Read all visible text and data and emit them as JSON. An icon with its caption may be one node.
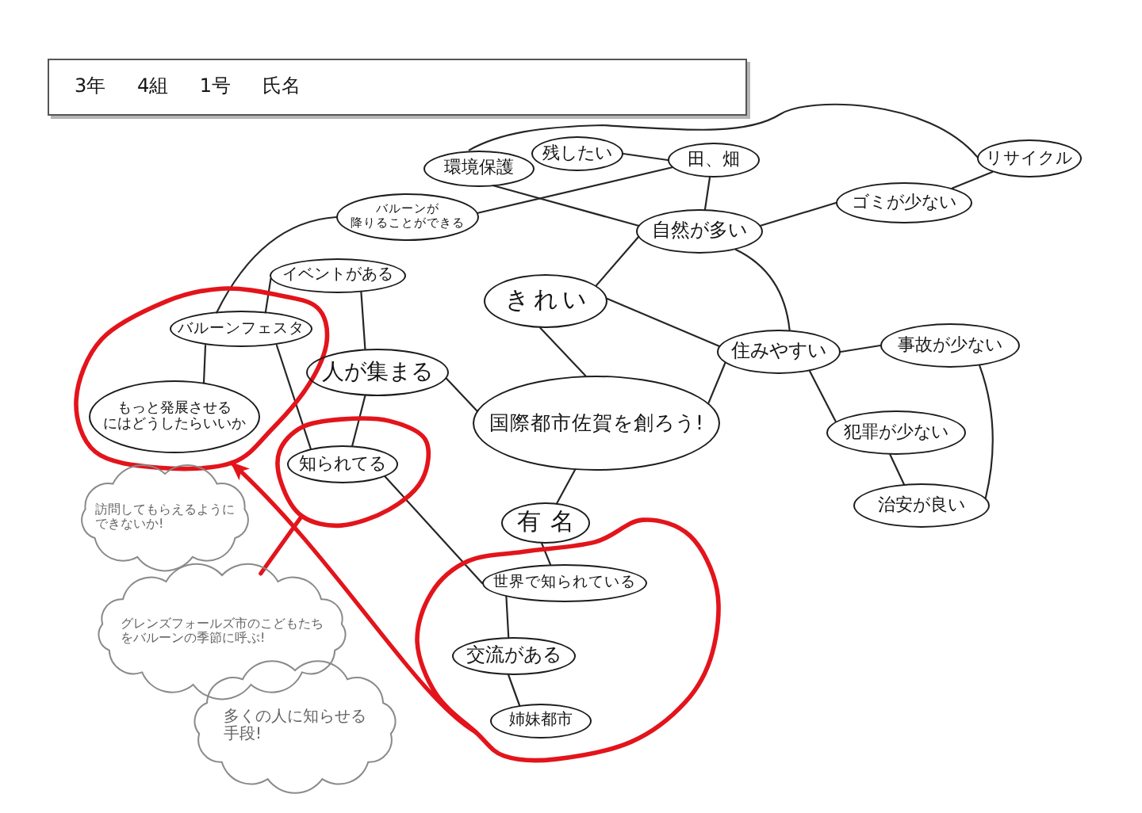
{
  "diagram": {
    "nodes": [
      {
        "text": [
          "3年 4組 1号 氏名"
        ]
      },
      {
        "text": [
          "環境保護"
        ]
      },
      {
        "text": [
          "残したい"
        ]
      },
      {
        "text": [
          "田、畑"
        ]
      },
      {
        "text": [
          "リサイクル"
        ]
      },
      {
        "text": [
          "ゴミが少ない"
        ]
      },
      {
        "text": [
          "バルーンが降りることができる"
        ]
      },
      {
        "text": [
          "自然が多い"
        ]
      },
      {
        "text": [
          "イベントがある"
        ]
      },
      {
        "text": [],
        "shape": "circle"
      },
      {
        "text": [
          "バルーンフェスタ"
        ],
        "in": 9
      },
      {
        "text": [
          "もっと発展させるにはどうしたらいいか"
        ],
        "in": 9
      },
      {
        "text": [
          "きれい"
        ]
      },
      {
        "text": [
          "住みやすい"
        ]
      },
      {
        "text": [
          "事故が少ない"
        ]
      },
      {
        "text": [
          "人が集まる"
        ]
      },
      {
        "text": [
          "国際都市佐賀を創ろう!"
        ]
      },
      {
        "text": [],
        "shape": "circle"
      },
      {
        "text": [
          "知られてる"
        ],
        "in": 17
      },
      {
        "text": [
          "犯罪が少ない"
        ]
      },
      {
        "text": [
          "治安が良い"
        ]
      },
      {
        "text": [
          "有名"
        ]
      },
      {
        "text": [],
        "shape": "circle"
      },
      {
        "text": [
          "世界で知られている"
        ],
        "in": 22
      },
      {
        "text": [
          "交流がある"
        ],
        "in": 22
      },
      {
        "text": [
          "姉妹都市"
        ],
        "in": 22
      },
      {
        "text": [
          "訪問してもらえるようにできないか!"
        ]
      },
      {
        "text": [
          "グレンズフォールズ市のこどもたちをバルーンの季節に呼ぶ!"
        ]
      },
      {
        "text": [
          "多くの人に知らせる手段!"
        ]
      }
    ],
    "edges": [
      {
        "from": 1,
        "to": 4,
        "arrow": "none"
      },
      {
        "from": 2,
        "to": 3,
        "arrow": "none"
      },
      {
        "from": 3,
        "to": 7,
        "arrow": "none"
      },
      {
        "from": 7,
        "to": 5,
        "arrow": "none"
      },
      {
        "from": 5,
        "to": 4,
        "arrow": "none"
      },
      {
        "from": 1,
        "to": 7,
        "arrow": "none"
      },
      {
        "from": 6,
        "to": 3,
        "arrow": "none"
      },
      {
        "from": 6,
        "to": 10,
        "arrow": "none"
      },
      {
        "from": 8,
        "to": 10,
        "arrow": "none"
      },
      {
        "from": 8,
        "to": 15,
        "arrow": "none"
      },
      {
        "from": 10,
        "to": 11,
        "arrow": "none"
      },
      {
        "from": 10,
        "to": 18,
        "arrow": "none"
      },
      {
        "from": 15,
        "to": 18,
        "arrow": "none"
      },
      {
        "from": 15,
        "to": 16,
        "arrow": "none"
      },
      {
        "from": 12,
        "to": 16,
        "arrow": "none"
      },
      {
        "from": 12,
        "to": 13,
        "arrow": "none"
      },
      {
        "from": 7,
        "to": 13,
        "arrow": "none"
      },
      {
        "from": 16,
        "to": 13,
        "arrow": "none"
      },
      {
        "from": 13,
        "to": 14,
        "arrow": "none"
      },
      {
        "from": 13,
        "to": 19,
        "arrow": "none"
      },
      {
        "from": 19,
        "to": 20,
        "arrow": "none"
      },
      {
        "from": 14,
        "to": 20,
        "arrow": "none"
      },
      {
        "from": 12,
        "to": 7,
        "arrow": "none"
      },
      {
        "from": 16,
        "to": 21,
        "arrow": "none"
      },
      {
        "from": 21,
        "to": 23,
        "arrow": "none"
      },
      {
        "from": 18,
        "to": 23,
        "arrow": "none"
      },
      {
        "from": 23,
        "to": 24,
        "arrow": "none"
      },
      {
        "from": 24,
        "to": 25,
        "arrow": "none"
      },
      {
        "from": 22,
        "to": 9,
        "arrow": "to",
        "style": "thick",
        "color": "#e3141b"
      },
      {
        "from": 17,
        "to": 27,
        "arrow": "none",
        "style": "thick",
        "color": "#e3141b"
      }
    ]
  }
}
